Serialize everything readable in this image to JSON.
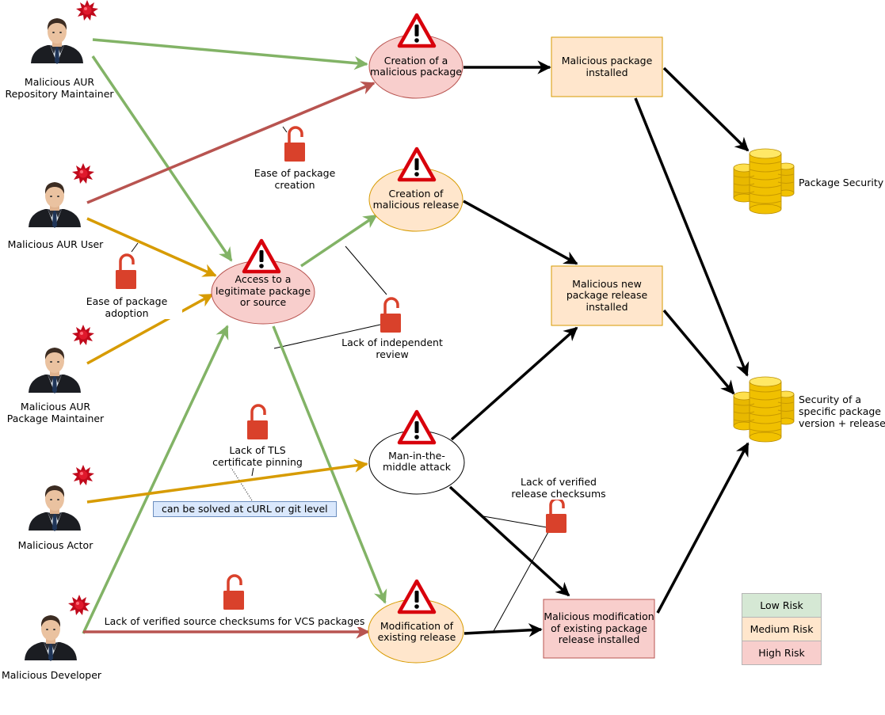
{
  "actors": [
    {
      "id": "repo_maintainer",
      "label": "Malicious AUR\nRepository Maintainer",
      "icon": "malicious-person-icon"
    },
    {
      "id": "aur_user",
      "label": "Malicious AUR User",
      "icon": "malicious-person-icon"
    },
    {
      "id": "pkg_maintainer",
      "label": "Malicious AUR\nPackage Maintainer",
      "icon": "malicious-person-icon"
    },
    {
      "id": "actor",
      "label": "Malicious Actor",
      "icon": "malicious-person-icon"
    },
    {
      "id": "developer",
      "label": "Malicious Developer",
      "icon": "malicious-person-icon"
    }
  ],
  "attacks": {
    "creation_pkg": {
      "label": "Creation of a\nmalicious package",
      "risk": "high"
    },
    "creation_release": {
      "label": "Creation of\nmalicious release",
      "risk": "medium"
    },
    "access": {
      "label": "Access to a\nlegitimate package\nor source",
      "risk": "high"
    },
    "mitm": {
      "label": "Man-in-the-\nmiddle attack",
      "risk": "none"
    },
    "modification": {
      "label": "Modification of\nexisting release",
      "risk": "medium"
    }
  },
  "outcomes": {
    "pkg_installed": {
      "label": "Malicious package\ninstalled",
      "risk": "medium"
    },
    "release_installed": {
      "label": "Malicious new\npackage release\ninstalled",
      "risk": "medium"
    },
    "mod_installed": {
      "label": "Malicious modification\nof existing package\nrelease installed",
      "risk": "high"
    }
  },
  "assets": {
    "pkg_security": {
      "label": "Package Security",
      "icon": "gold-coins-icon"
    },
    "version_security": {
      "label": "Security of a\nspecific package\nversion + release",
      "icon": "gold-coins-icon"
    }
  },
  "weaknesses": {
    "ease_creation": "Ease of package\ncreation",
    "ease_adoption": "Ease of package\nadoption",
    "independent_review": "Lack of independent\nreview",
    "tls_pinning": "Lack of TLS\ncertificate pinning",
    "release_checksums": "Lack of verified\nrelease checksums",
    "source_checksums": "Lack of verified source checksums for VCS packages"
  },
  "note": "can be solved at cURL or git level",
  "legend": {
    "low": "Low Risk",
    "medium": "Medium Risk",
    "high": "High Risk"
  },
  "colors": {
    "green": "#82b366",
    "red": "#b85450",
    "orange": "#d79b00",
    "low_fill": "#d5e8d4",
    "medium_fill": "#ffe6cc",
    "high_fill": "#f8cecc",
    "lock_red": "#d9412b",
    "warning_red": "#d8000c"
  }
}
